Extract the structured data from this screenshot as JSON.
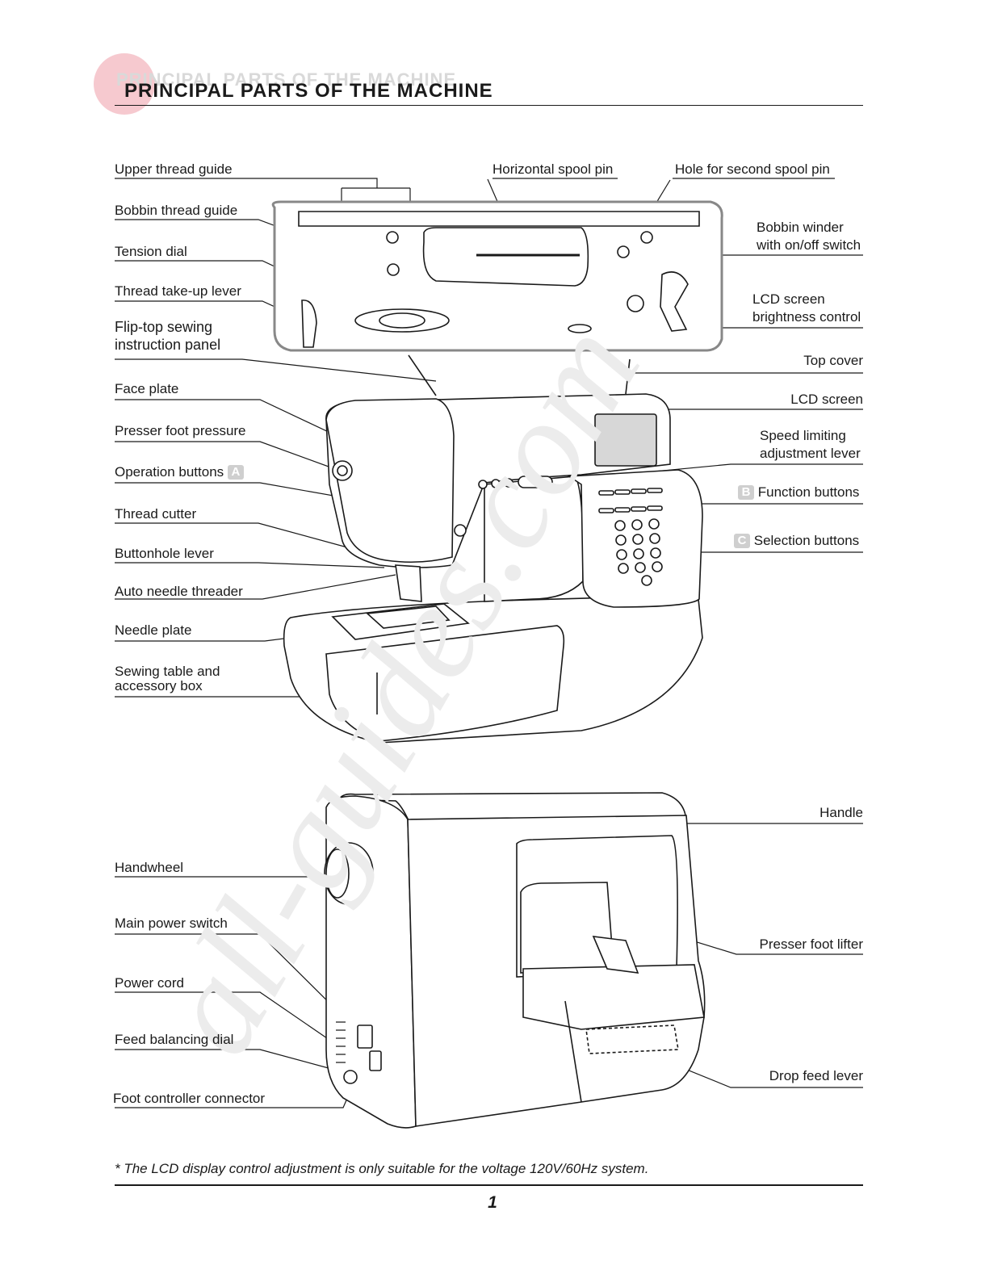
{
  "header": {
    "ghost_title": "PRINCIPAL PARTS OF THE MACHINE",
    "title": "PRINCIPAL PARTS OF THE MACHINE"
  },
  "watermark": {
    "text": "all-guides.com"
  },
  "labels_front_left": {
    "upper_thread_guide": "Upper thread guide",
    "bobbin_thread_guide": "Bobbin thread guide",
    "tension_dial": "Tension dial",
    "thread_take_up_lever": "Thread take-up lever",
    "flip_top_line1": "Flip-top sewing",
    "flip_top_line2": "instruction panel",
    "face_plate": "Face plate",
    "presser_foot_pressure": "Presser foot pressure",
    "operation_buttons": "Operation buttons",
    "operation_badge": "A",
    "thread_cutter": "Thread cutter",
    "buttonhole_lever": "Buttonhole lever",
    "auto_needle_threader": "Auto needle threader",
    "needle_plate": "Needle plate",
    "sewing_table_line1": "Sewing table and",
    "sewing_table_line2": "accessory box"
  },
  "labels_front_right": {
    "horizontal_spool_pin": "Horizontal spool pin",
    "hole_second_spool_pin": "Hole for second spool pin",
    "bobbin_winder_line1": "Bobbin winder",
    "bobbin_winder_line2": "with on/off switch",
    "lcd_brightness_line1": "LCD screen",
    "lcd_brightness_line2": "brightness control",
    "top_cover": "Top cover",
    "lcd_screen": "LCD screen",
    "speed_limiting_line1": "Speed limiting",
    "speed_limiting_line2": "adjustment lever",
    "function_buttons": "Function buttons",
    "function_badge": "B",
    "selection_buttons": "Selection buttons",
    "selection_badge": "C"
  },
  "labels_back": {
    "handwheel": "Handwheel",
    "main_power_switch": "Main power switch",
    "power_cord": "Power cord",
    "feed_balancing_dial": "Feed balancing dial",
    "foot_controller_connector": "Foot controller connector",
    "handle": "Handle",
    "presser_foot_lifter": "Presser foot lifter",
    "drop_feed_lever": "Drop feed lever"
  },
  "footer": {
    "note": "* The LCD display control adjustment is only suitable for the voltage 120V/60Hz system.",
    "page_number": "1"
  }
}
